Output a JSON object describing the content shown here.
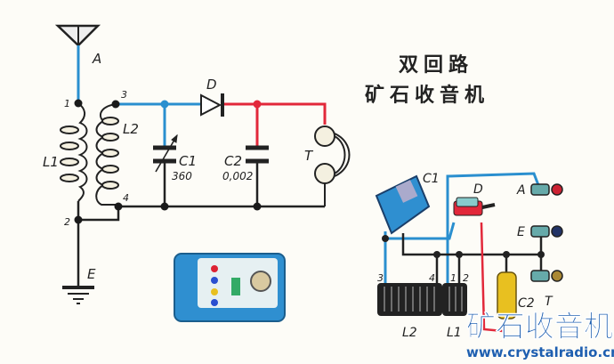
{
  "title": {
    "line1": "双回路",
    "line2": "矿石收音机"
  },
  "schematic": {
    "antenna": "A",
    "ground": "E",
    "coil1": "L1",
    "coil2": "L2",
    "capacitor1": "C1",
    "capacitor1_value": "360",
    "capacitor2": "C2",
    "capacitor2_value": "0,002",
    "diode": "D",
    "phones": "T",
    "nodes": [
      "1",
      "2",
      "3",
      "4"
    ]
  },
  "wiring": {
    "capacitor1": "C1",
    "diode": "D",
    "antenna": "A",
    "ground": "E",
    "phones": "T",
    "capacitor2": "C2",
    "coil2": "L2",
    "coil1": "L1",
    "nodes": [
      "3",
      "4",
      "1",
      "2"
    ]
  },
  "watermark": {
    "text": "矿石收音机",
    "url": "www.crystalradio.cn"
  },
  "colors": {
    "blue": "#2a8fcf",
    "red": "#e2283a",
    "black": "#1a1a1a",
    "device": "#2f8fd0"
  }
}
